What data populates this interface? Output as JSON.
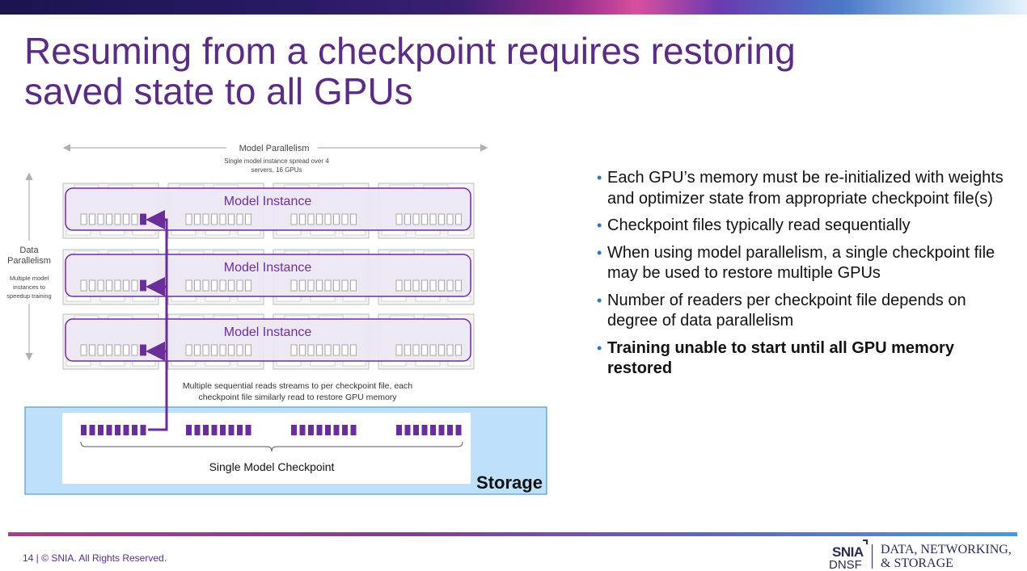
{
  "title": {
    "line1": "Resuming from a checkpoint requires restoring",
    "line2": "saved state to all GPUs"
  },
  "diagram": {
    "model_parallelism_label": "Model Parallelism",
    "model_parallelism_sub1": "Single model instance spread over 4",
    "model_parallelism_sub2": "servers, 16 GPUs",
    "data_parallelism_label1": "Data",
    "data_parallelism_label2": "Parallelism",
    "data_parallelism_sub1": "Multiple model",
    "data_parallelism_sub2": "instances to",
    "data_parallelism_sub3": "speedup training",
    "instances": [
      "Model Instance",
      "Model Instance",
      "Model Instance"
    ],
    "reads_caption1": "Multiple sequential reads streams to per checkpoint file, each",
    "reads_caption2": "checkpoint file similarly read to restore GPU memory",
    "checkpoint_label": "Single Model Checkpoint",
    "storage_label": "Storage",
    "colors": {
      "purple": "#6b2d9a",
      "instance_fill": "#ece6f3",
      "storage_fill": "#bfe0fa",
      "storage_border": "#3a86c8"
    }
  },
  "bullets": [
    {
      "text": "Each GPU’s memory must be re-initialized with weights and optimizer state from appropriate checkpoint file(s)",
      "bold": false
    },
    {
      "text": "Checkpoint files typically read sequentially",
      "bold": false
    },
    {
      "text": "When using model parallelism, a single checkpoint file may be used to restore multiple GPUs",
      "bold": false
    },
    {
      "text": "Number of readers per checkpoint file depends on degree of data parallelism",
      "bold": false
    },
    {
      "text": "Training unable to start until all GPU memory restored",
      "bold": true
    }
  ],
  "footer": {
    "text": "14 | © SNIA. All Rights Reserved.",
    "logo_snia": "SNIA",
    "logo_dnsf": "DNSF",
    "logo_tag1": "DATA, NETWORKING,",
    "logo_tag2": "& STORAGE"
  }
}
